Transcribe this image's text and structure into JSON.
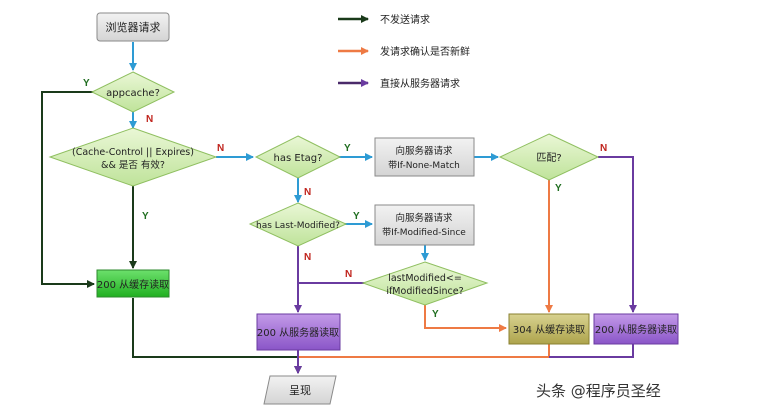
{
  "legend": {
    "items": [
      {
        "label": "不发送请求",
        "color": "#1a3a1a"
      },
      {
        "label": "发请求确认是否新鲜",
        "color": "#ee7a44"
      },
      {
        "label": "直接从服务器请求",
        "color": "#4a2a6a"
      }
    ]
  },
  "nodes": {
    "browser_request": "浏览器请求",
    "appcache": "appcache?",
    "cache_control_line1": "(Cache-Control || Expires)",
    "cache_control_line2": "&& 是否 有效?",
    "has_etag": "has Etag?",
    "server_req_1_line1": "向服务器请求",
    "server_req_1_line2": "带If-None-Match",
    "match": "匹配?",
    "has_last_modified": "has Last-Modified?",
    "server_req_2_line1": "向服务器请求",
    "server_req_2_line2": "带If-Modified-Since",
    "last_modified_cmp_line1": "lastModified<=",
    "last_modified_cmp_line2": "ifModifiedSince?",
    "cache_200": "200 从缓存读取",
    "server_200_left": "200 从服务器读取",
    "cache_304": "304 从缓存读取",
    "server_200_right": "200 从服务器读取",
    "render": "呈现"
  },
  "edge_labels": {
    "yes": "Y",
    "no": "N"
  },
  "watermark": "头条 @程序员圣经",
  "colors": {
    "blue": "#2e9bd4",
    "dark_green": "#1a3a1a",
    "orange": "#ee7a44",
    "purple": "#6a3ba0"
  }
}
